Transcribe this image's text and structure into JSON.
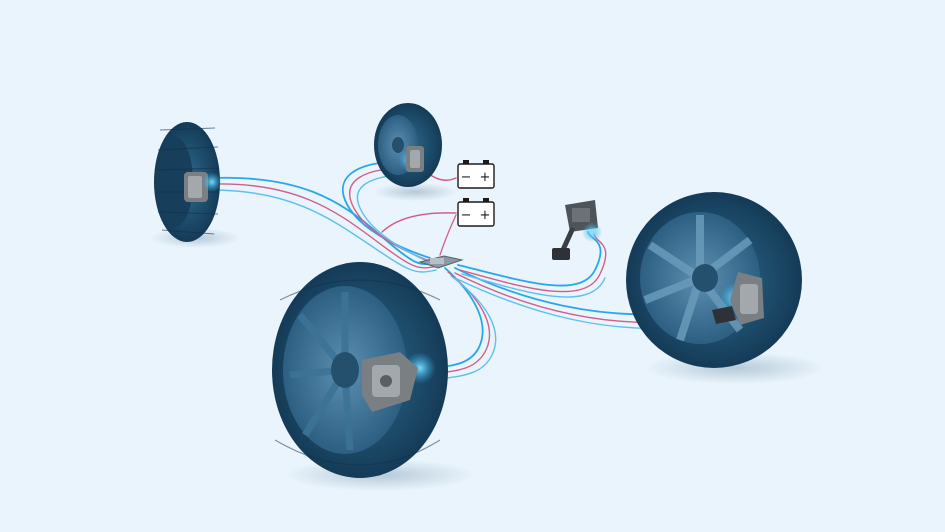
{
  "diagram": {
    "components": {
      "wheels": [
        "rear-left",
        "rear-right",
        "front-left",
        "front-right"
      ],
      "brake_calipers": 4,
      "batteries": 2,
      "control_unit": 1,
      "brake_pedal": 1
    },
    "battery_symbol": {
      "minus": "−",
      "plus": "+"
    },
    "colors": {
      "background": "#e9f4fc",
      "tire": "#1c4d6e",
      "rim": "#3d7396",
      "wire_signal": "#2aa6e8",
      "wire_power": "#d0608a",
      "caliper": "#7a7f84"
    }
  }
}
